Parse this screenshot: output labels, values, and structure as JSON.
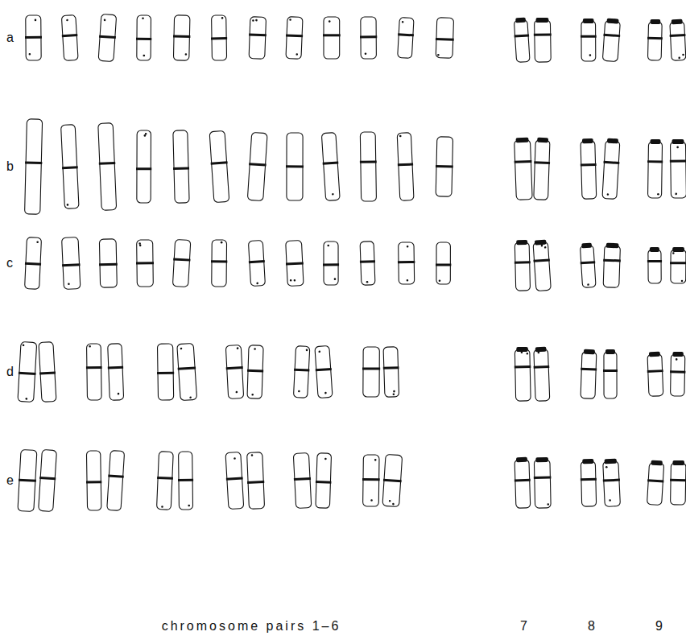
{
  "diagram": {
    "labels": [
      "a",
      "b",
      "c",
      "d",
      "e",
      "chromosome pairs 1–6",
      "7",
      "8",
      "9"
    ]
  }
}
